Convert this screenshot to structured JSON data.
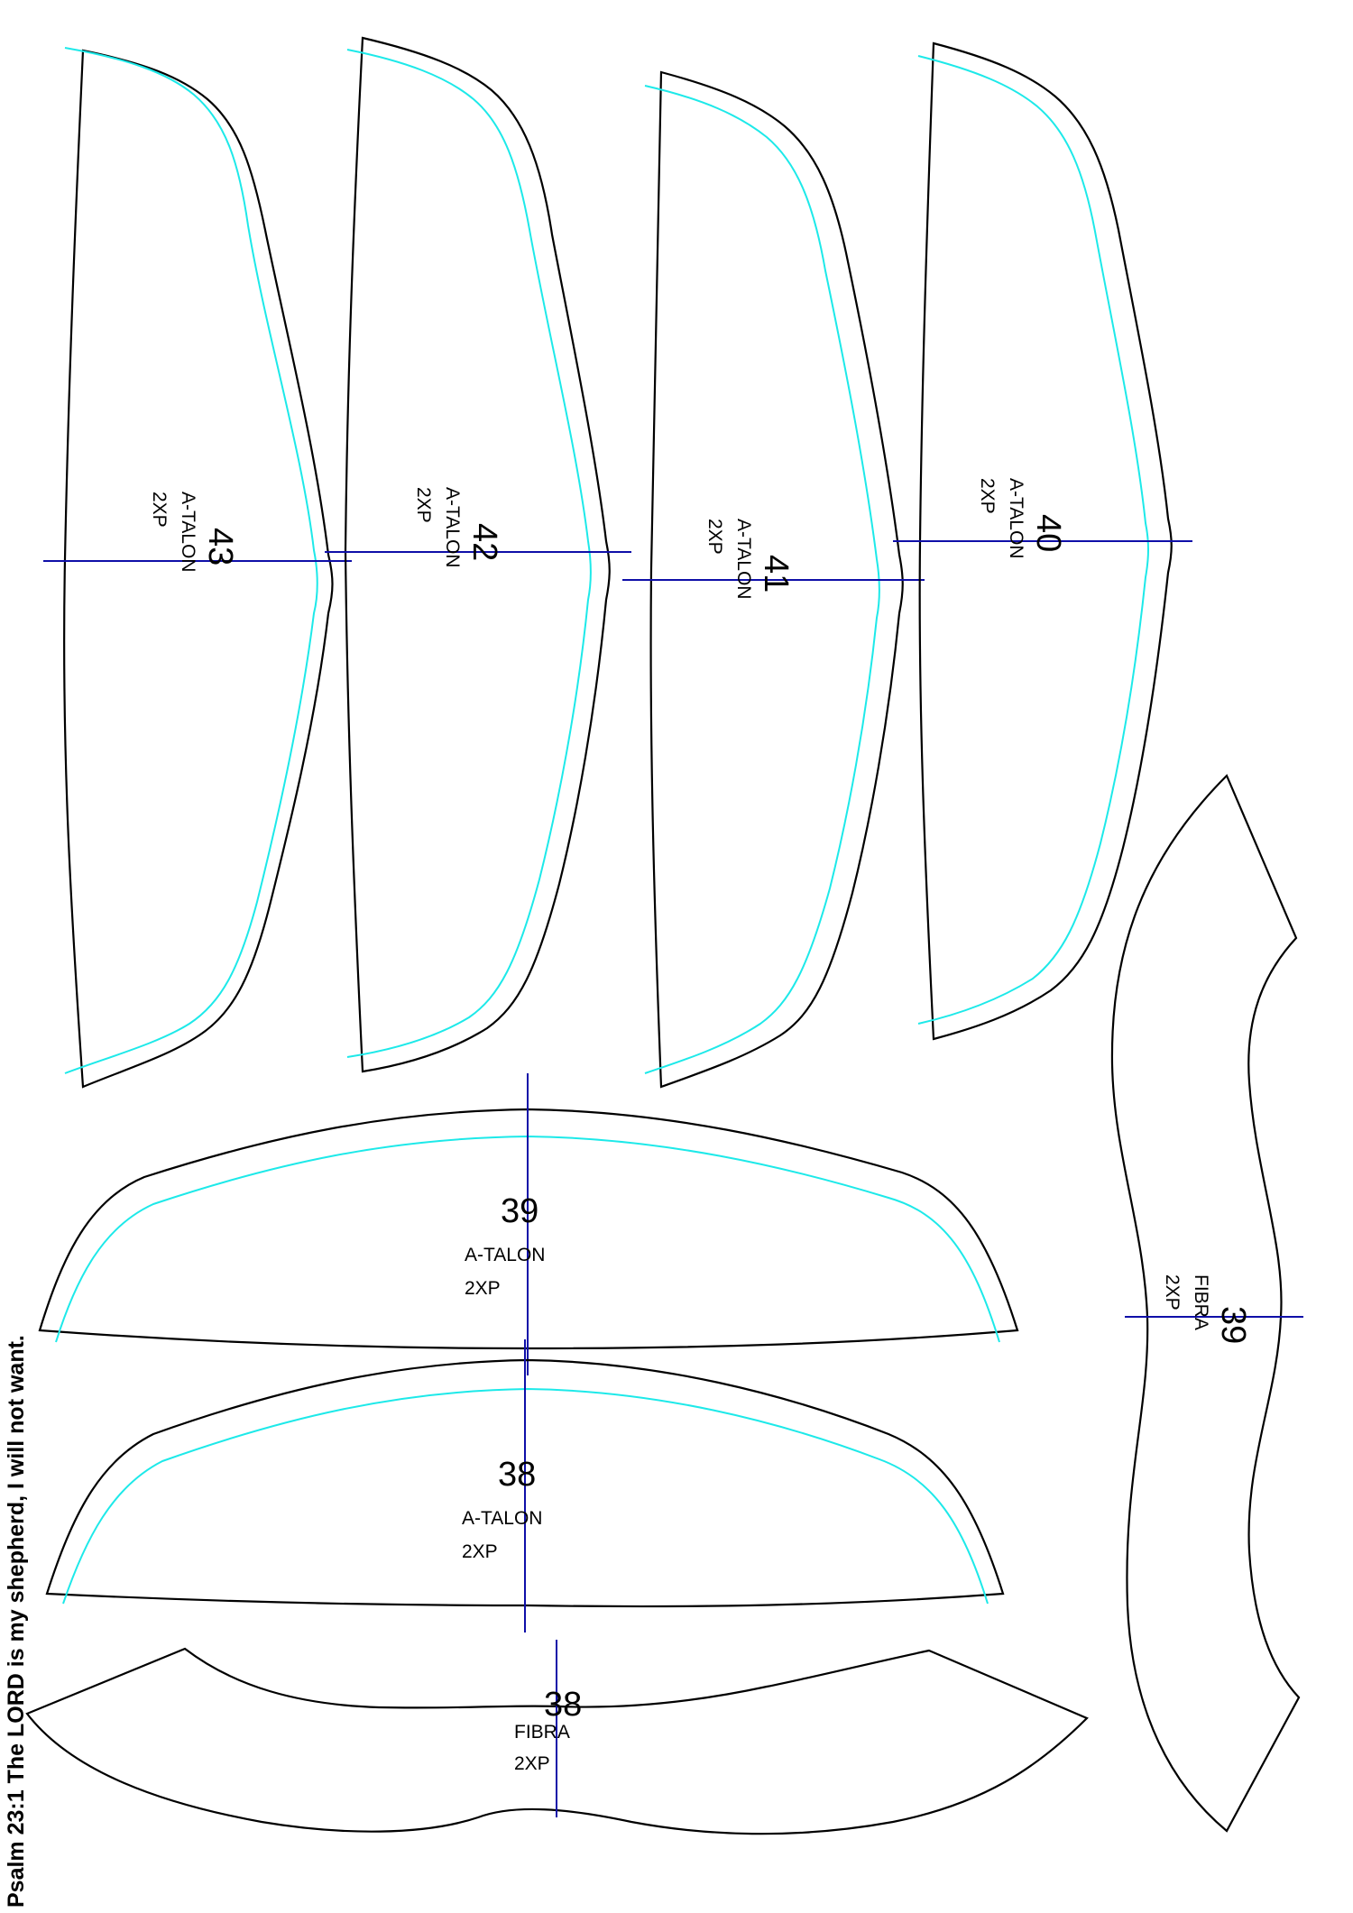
{
  "verse": "Psalm 23:1 The LORD is my shepherd, I will not want.",
  "colors": {
    "outline": "#000000",
    "seam_allowance": "#1de9e9",
    "grainline": "#0f0fa8"
  },
  "pieces": {
    "p43": {
      "number": "43",
      "material": "A-TALON",
      "qty": "2XP"
    },
    "p42": {
      "number": "42",
      "material": "A-TALON",
      "qty": "2XP"
    },
    "p41": {
      "number": "41",
      "material": "A-TALON",
      "qty": "2XP"
    },
    "p40": {
      "number": "40",
      "material": "A-TALON",
      "qty": "2XP"
    },
    "p39a": {
      "number": "39",
      "material": "A-TALON",
      "qty": "2XP"
    },
    "p38a": {
      "number": "38",
      "material": "A-TALON",
      "qty": "2XP"
    },
    "p38f": {
      "number": "38",
      "material": "FIBRA",
      "qty": "2XP"
    },
    "p39f": {
      "number": "39",
      "material": "FIBRA",
      "qty": "2XP"
    }
  }
}
